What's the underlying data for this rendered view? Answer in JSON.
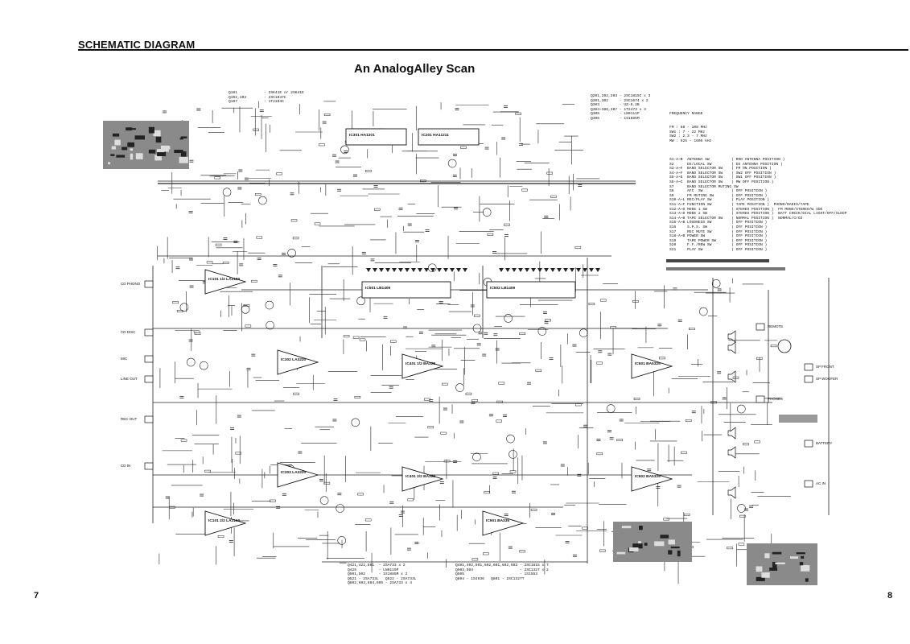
{
  "header": {
    "title": "SCHEMATIC DIAGRAM",
    "caption": "An AnalogAlley Scan"
  },
  "pages": {
    "left": "7",
    "right": "8"
  },
  "frequency_range": {
    "title": "FREQUENCY RANGE",
    "rows": [
      "FM : 88 - 108 MHz",
      "SW1 : 7 - 22 MHz",
      "SW2 : 2.3 - 7 MHz",
      "MW : 525 - 1605 kHz"
    ]
  },
  "switch_list": [
    "S1-A~B  ANTENNA SW          ( ROD ANTENNA POSITION )",
    "S2      DX/LOCAL SW         ( DX ANTENNA POSITION )",
    "S3-A~F  BAND SELECTOR SW    ( FM ON POSITION )",
    "S4-A~F  BAND SELECTOR SW    ( SW2 OFF POSITION )",
    "S5-A~E  BAND SELECTOR SW    ( SW1 OFF POSITION )",
    "S6-A~C  BAND SELECTOR SW    ( MW OFF POSITION )",
    "S7      BAND SELECTOR MUTING SW",
    "S8      AFC  SW             ( OFF POSITION )",
    "S9      FM MUTING SW        ( OFF POSITION )",
    "S10-A~L REC/PLAY SW         ( PLAY POSITION )",
    "S11-A~F FUNCTION SW         ( TAPE POSITION )  PHONO/RADIO/TAPE",
    "S12-A~D MODE 1 SW           ( STEREO POSITION )  FM MONO/STEREO/W IDE",
    "S13-A~D MODE 2 SW           ( STEREO POSITION )  BATT CHECK/DIAL LIGHT/OFF/SLEEP",
    "S14-A~B TAPE SELECTOR SW    ( NORMAL POSITION )  NORMAL/CrO2",
    "S15-A~B LOUDNESS SW         ( OFF POSITION )",
    "S16     S.P.S. SW           ( OFF POSITION )",
    "S17     REC MUTE SW         ( OFF POSITION )",
    "S18-A~B POWER SW            ( OFF POSITION )",
    "S19     TAPE POWER SW       ( OFF POSITION )",
    "S20     F.F./REW SW         ( OFF POSITION )",
    "S21     PLAY SW             ( OFF POSITION )"
  ],
  "transistor_notes_top_left": [
    "Q101            - 2SK41E or 2SK41E",
    "Q102,103        - 2SC1047C",
    "Q107            - 1T2104C"
  ],
  "transistor_notes_top_right": [
    "Q201,202,203 - 2SC1815C x 3",
    "Q301,302     - 2SC1674 x 2",
    "Q303         - UZ-6.2B",
    "Q304~306,307 - 1T2473 x 3",
    "Q305         - LN0111P",
    "Q306         - 1S1885M"
  ],
  "transistor_notes_bottom_left": [
    "Q421,422,801  - 2SA733 x 2",
    "Q425          - LN0119P",
    "Q501,502      - 1S1885M x 2",
    "Q521 - 2SA733L   Q522 - 2SA733L",
    "Q602,603,604,605 - 2SA733 x 4"
  ],
  "transistor_notes_bottom_right": [
    "Q401,402,501,502,601,602,603 - 2SC1815 x 7",
    "Q503,504                     - 2SC1327 x 2",
    "Q505                         - 1S1553",
    "Q804 - 1S4936   Q801 - 2SC1327T"
  ],
  "ics": [
    "IC101 1/2 LA3160",
    "IC101 2/2 LA3160",
    "IC201 HA11211",
    "IC301 HA1201",
    "IC302 LA3220",
    "IC303 LA3220",
    "IC401 1/2 BA328",
    "IC401 2/2 BA328",
    "IC501 LB1409",
    "IC502 LB1409",
    "IC601 BA5325",
    "IC602 BA5325",
    "IC901 BA335"
  ],
  "jacks": [
    "CD PHONO",
    "CD DISC",
    "MIC",
    "LINE OUT",
    "REC OUT",
    "CD IN",
    "PHONES",
    "REMOTE",
    "SP FRONT",
    "SP WOOFER",
    "BATTERY",
    "AC IN"
  ]
}
